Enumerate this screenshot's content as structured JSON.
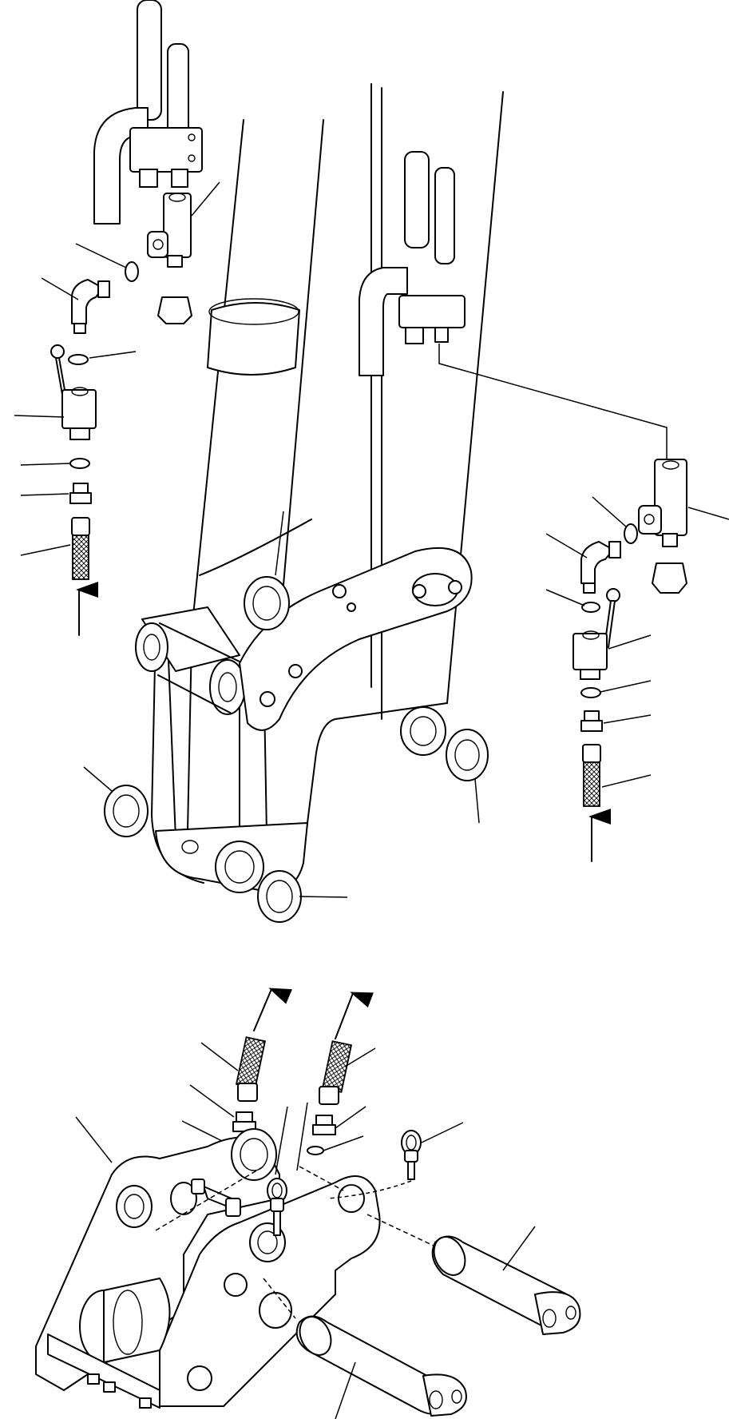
{
  "figure": {
    "text_labels": []
  },
  "parts": {
    "upper_left_line": [
      "tee-fitting",
      "o-ring",
      "elbow-fitting",
      "o-ring",
      "ball-valve",
      "o-ring",
      "adapter",
      "hose",
      "flow-arrow-in"
    ],
    "upper_right_line": [
      "tee-fitting",
      "o-ring",
      "elbow-fitting",
      "o-ring",
      "ball-valve",
      "o-ring",
      "adapter",
      "hose",
      "flow-arrow-in"
    ],
    "arm_and_link": [
      "boom-arm",
      "link-plate",
      "spacer-washer-1",
      "spacer-washer-2",
      "spacer-washer-3",
      "spacer-washer-4"
    ],
    "lower_assembly": [
      "hose-left",
      "hose-right",
      "adapter-left",
      "adapter-right",
      "o-ring-left",
      "o-ring-right",
      "quick-coupler-bracket",
      "pin-left",
      "pin-right",
      "lock-pin-left",
      "lock-pin-right",
      "flow-arrow-out-left",
      "flow-arrow-out-right"
    ]
  }
}
